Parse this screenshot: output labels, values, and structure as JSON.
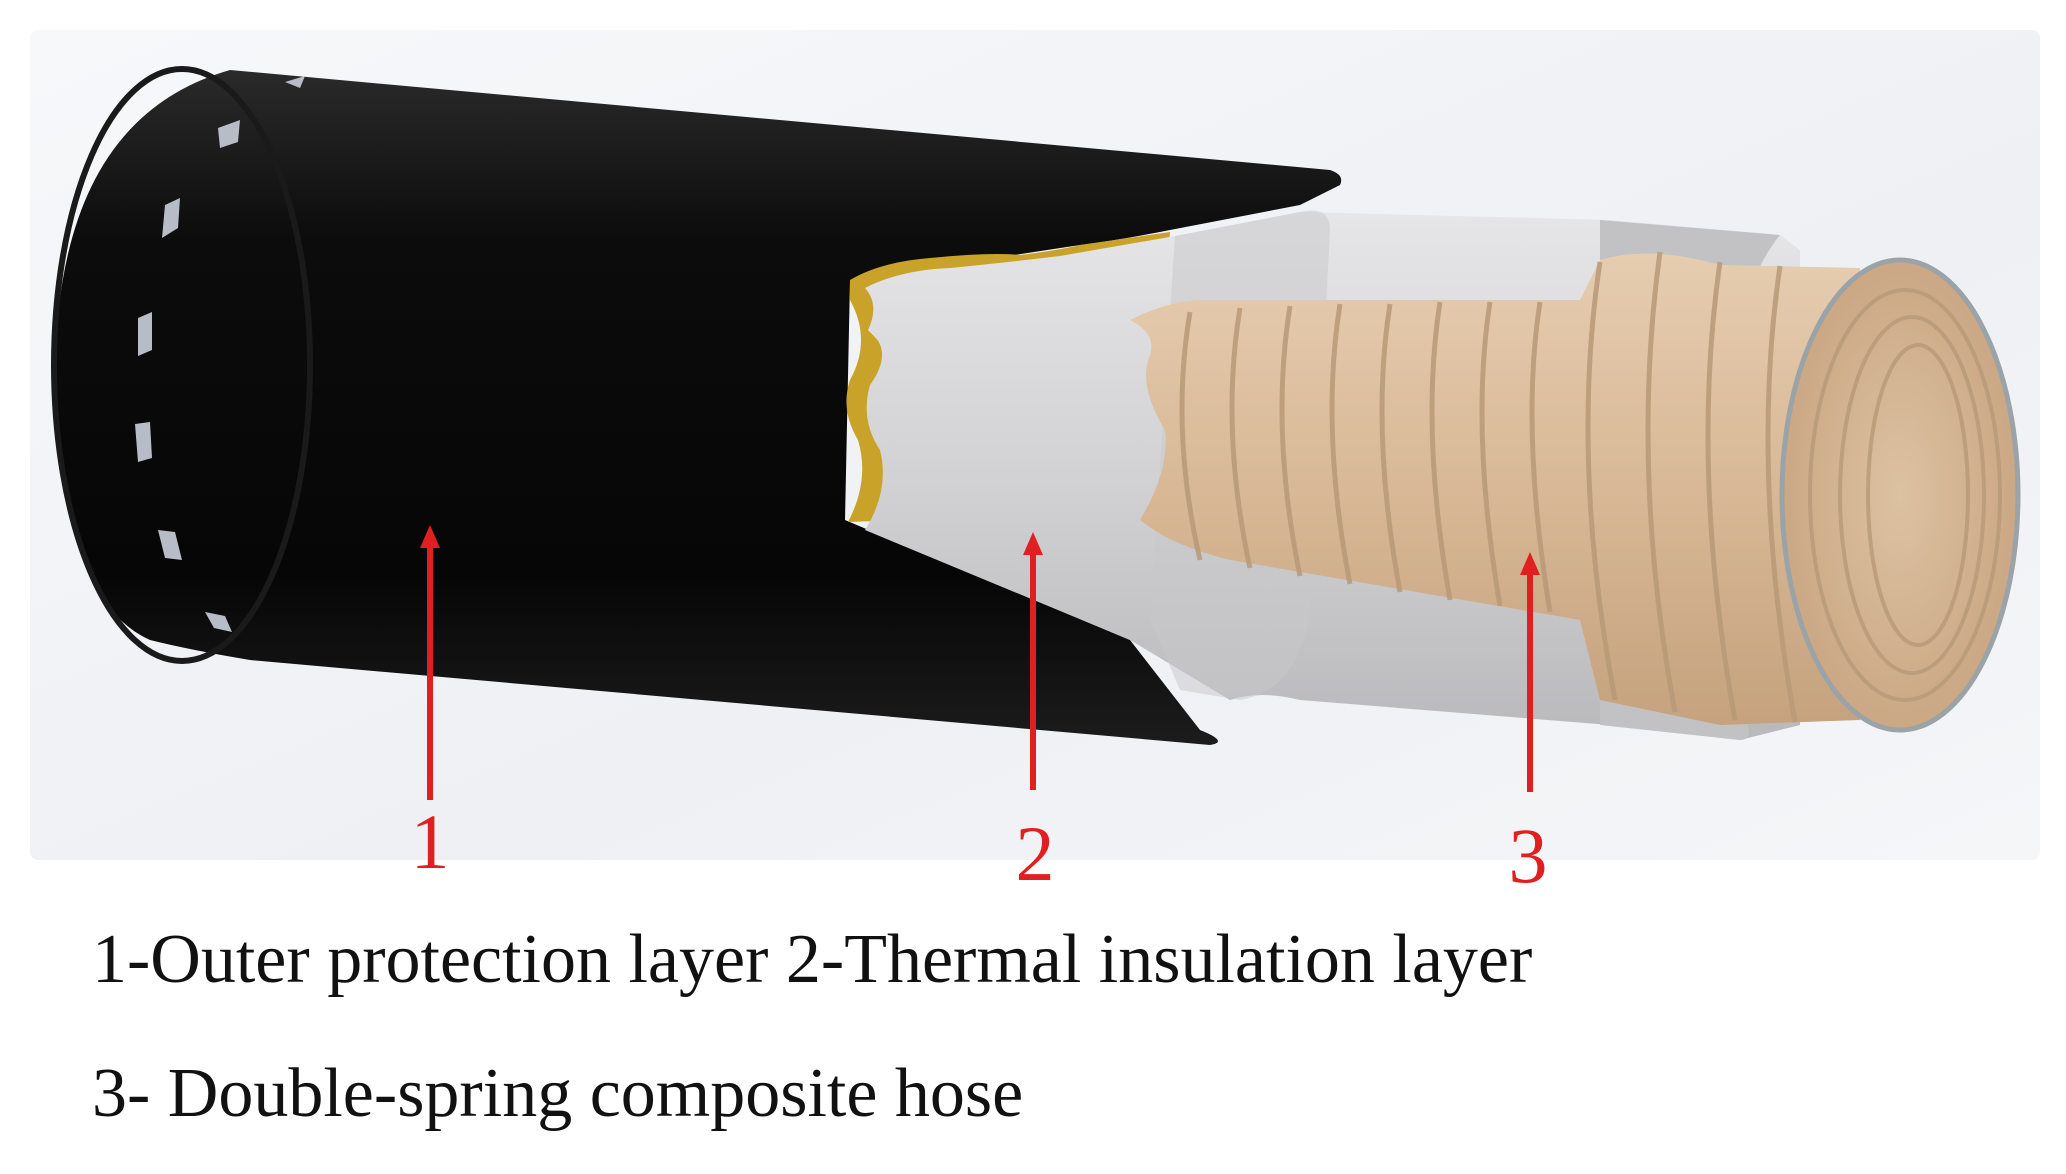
{
  "diagram": {
    "markers": [
      {
        "number": "1"
      },
      {
        "number": "2"
      },
      {
        "number": "3"
      }
    ],
    "caption": {
      "line1": "1-Outer protection layer 2-Thermal insulation layer",
      "line2": "3- Double-spring composite hose"
    }
  },
  "colors": {
    "outer_layer": "#0d0d0d",
    "insulation_layer": "#d4d4d6",
    "adhesive_edge": "#c9a22a",
    "hose": "#d7b898",
    "hose_rib": "#b89a78",
    "marker": "#e02020",
    "caption_text": "#111111"
  }
}
